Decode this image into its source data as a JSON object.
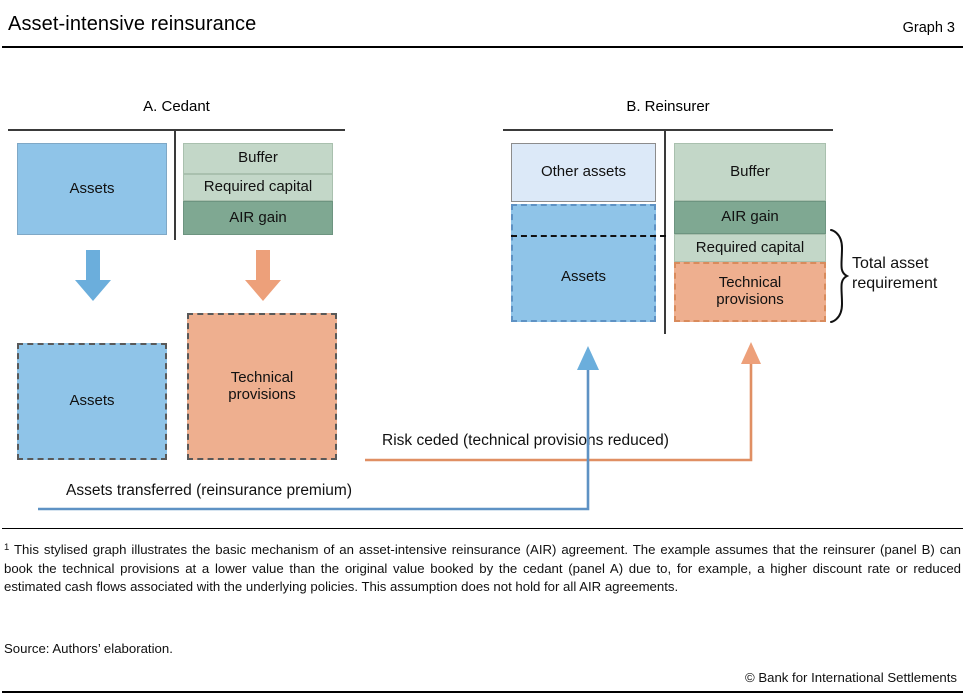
{
  "header": {
    "title": "Asset-intensive reinsurance",
    "graph_number": "Graph 3"
  },
  "panels": [
    {
      "id": "cedant",
      "title": "A. Cedant",
      "boxes": [
        {
          "name": "assets-top",
          "label": "Assets",
          "color": "#8FC4E8",
          "style": "solid"
        },
        {
          "name": "buffer",
          "label": "Buffer",
          "color": "#C3D7C8",
          "style": "solid"
        },
        {
          "name": "required-capital",
          "label": "Required capital",
          "color": "#C3D7C8",
          "style": "solid"
        },
        {
          "name": "air-gain",
          "label": "AIR gain",
          "color": "#7FA892",
          "style": "solid"
        },
        {
          "name": "assets-bottom",
          "label": "Assets",
          "color": "#8FC4E8",
          "style": "dashed"
        },
        {
          "name": "technical-provisions",
          "label": "Technical provisions",
          "color": "#EEAF8F",
          "style": "dashed"
        }
      ]
    },
    {
      "id": "reinsurer",
      "title": "B. Reinsurer",
      "boxes": [
        {
          "name": "other-assets",
          "label": "Other assets",
          "color": "#DCE9F8",
          "style": "solid"
        },
        {
          "name": "assets",
          "label": "Assets",
          "color": "#8FC4E8",
          "style": "dashed"
        },
        {
          "name": "buffer",
          "label": "Buffer",
          "color": "#C3D7C8",
          "style": "solid"
        },
        {
          "name": "air-gain",
          "label": "AIR gain",
          "color": "#7FA892",
          "style": "solid"
        },
        {
          "name": "required-capital",
          "label": "Required capital",
          "color": "#C3D7C8",
          "style": "solid"
        },
        {
          "name": "technical-provisions",
          "label": "Technical provisions",
          "color": "#EEAF8F",
          "style": "dashed"
        }
      ],
      "annotation": {
        "label_line1": "Total asset",
        "label_line2": "requirement"
      }
    }
  ],
  "flows": [
    {
      "name": "assets-transferred",
      "label": "Assets transferred (reinsurance premium)",
      "color": "#5E92C4",
      "direction": "cedant-to-reinsurer"
    },
    {
      "name": "risk-ceded",
      "label": "Risk ceded (technical provisions reduced)",
      "color": "#E08F63",
      "direction": "cedant-to-reinsurer"
    }
  ],
  "footnote": {
    "marker": "1",
    "text": "This stylised graph illustrates the basic mechanism of an asset-intensive reinsurance (AIR) agreement. The example assumes that the reinsurer (panel B) can book the technical provisions at a lower value than the original value booked by the cedant (panel A) due to, for example, a higher discount rate or reduced estimated cash flows associated with the underlying policies. This assumption does not hold for all AIR agreements."
  },
  "source": "Source: Authors’ elaboration.",
  "copyright": "© Bank for International Settlements",
  "palette": {
    "blue": "#8FC4E8",
    "pale_blue": "#DCE9F8",
    "green_light": "#C3D7C8",
    "green_dark": "#7FA892",
    "salmon": "#EEAF8F",
    "arrow_blue": "#5E92C4",
    "arrow_orange": "#E08F63"
  }
}
